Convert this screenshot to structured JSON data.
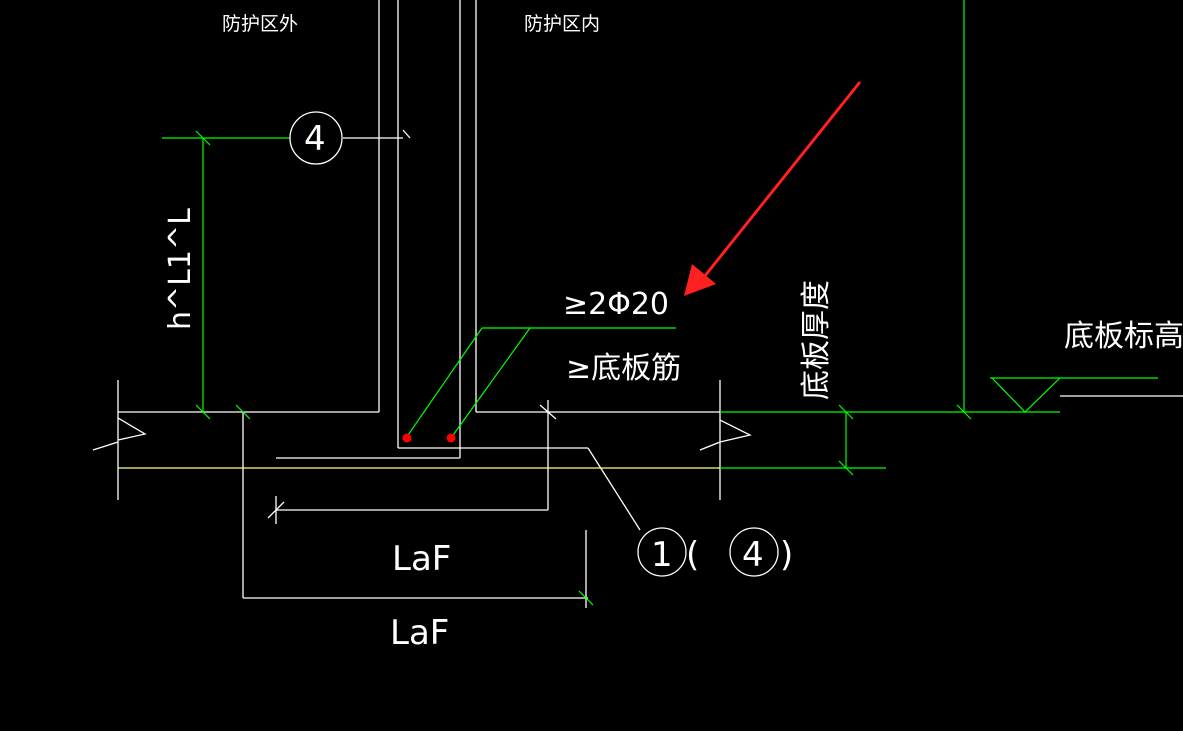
{
  "labels": {
    "outside_zone": "防护区外",
    "inside_zone": "防护区内",
    "bar_spec": "≥2Φ20",
    "min_bar": "≥底板筋",
    "slab_thickness": "底板厚度",
    "slab_elevation": "底板标高",
    "height_dim": "h^L1^L",
    "la_upper": "LaF",
    "la_lower": "LaF",
    "callout_top": "4",
    "callout_bottom_1": "1",
    "callout_bottom_2": "4",
    "paren_open": "(",
    "paren_close": ")"
  },
  "colors": {
    "background": "#000000",
    "wall_lines": "#ffffff",
    "dimension_lines": "#00ff00",
    "slab_line": "#ffff80",
    "arrow": "#ff2020",
    "rebar_dots": "#ff0000",
    "text": "#ffffff"
  }
}
